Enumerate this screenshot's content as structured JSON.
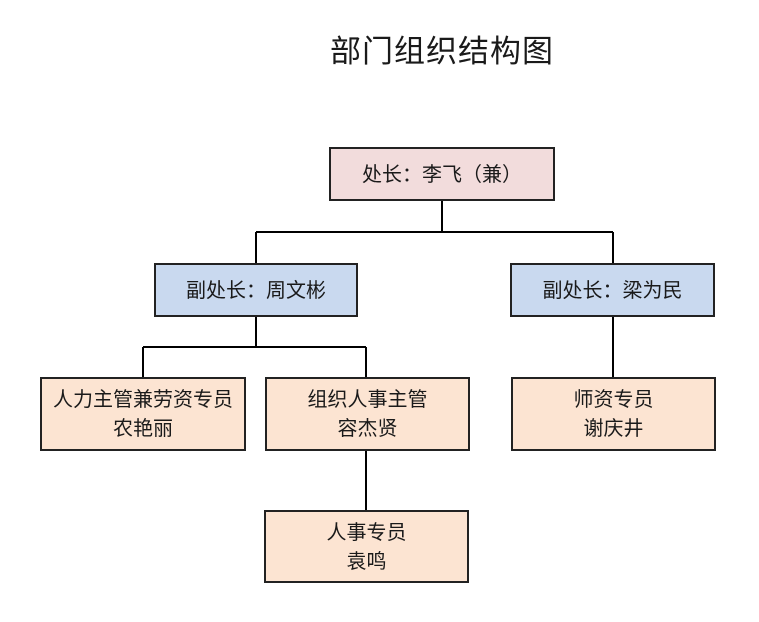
{
  "title": "部门组织结构图",
  "colors": {
    "head": "#f2dcdc",
    "deputy": "#c9d9ef",
    "staff": "#fce4d2",
    "border": "#222222",
    "line": "#000000"
  },
  "nodes": {
    "head": {
      "role": "处长：李飞（兼）"
    },
    "deputy_left": {
      "role": "副处长：周文彬"
    },
    "deputy_right": {
      "role": "副处长：梁为民"
    },
    "hr_labor": {
      "role": "人力主管兼劳资专员",
      "person": "农艳丽"
    },
    "org_hr": {
      "role": "组织人事主管",
      "person": "容杰贤"
    },
    "teacher": {
      "role": "师资专员",
      "person": "谢庆井"
    },
    "hr_staff": {
      "role": "人事专员",
      "person": "袁鸣"
    }
  }
}
